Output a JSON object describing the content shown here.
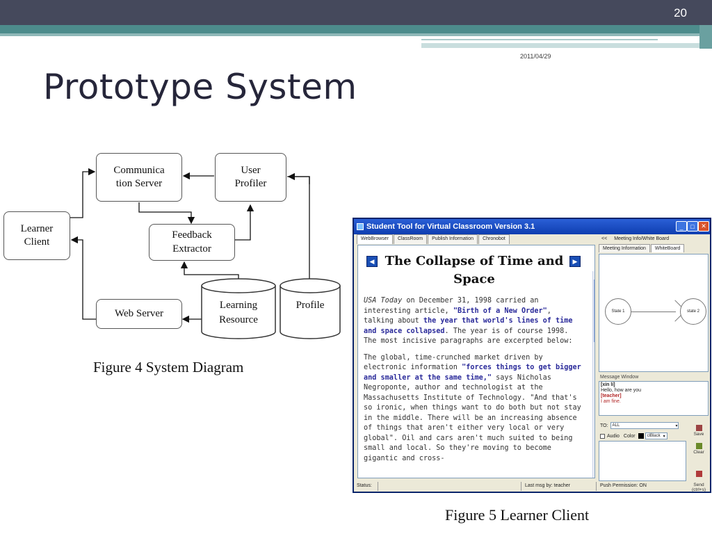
{
  "slide": {
    "page_number": "20",
    "date": "2011/04/29",
    "title": "Prototype System"
  },
  "diagram": {
    "nodes": {
      "communication_server": "Communica\ntion Server",
      "user_profiler": "User\nProfiler",
      "learner_client": "Learner\nClient",
      "feedback_extractor": "Feedback\nExtractor",
      "web_server": "Web Server",
      "learning_resource": "Learning\nResource",
      "profile": "Profile"
    },
    "caption": "Figure 4 System Diagram"
  },
  "screenshot": {
    "window_title": "Student Tool for Virtual Classroom Version 3.1",
    "tabs": [
      "WebBrowser",
      "ClassRoom",
      "Publish Information",
      "Chronobot"
    ],
    "meeting_bar": {
      "back": "<<",
      "label": "Meeting Info/White Board"
    },
    "right_tabs": [
      "Meeting Information",
      "WhiteBoard"
    ],
    "article": {
      "title": "The Collapse of Time and Space",
      "p1": {
        "source": "USA Today",
        "t1": " on December 31, 1998 carried an interesting article, ",
        "quote": "\"Birth of a New Order\"",
        "t2": ", talking about ",
        "hl": "the year that world's lines of time and space collapsed",
        "t3": ". The year is of course 1998. The most incisive paragraphs are excerpted below:"
      },
      "p2": {
        "t1": "The global, time-crunched market driven by electronic information ",
        "hl": "\"forces things to get bigger and smaller at the same time,\"",
        "t2": " says Nicholas Negroponte, author and technologist at the Massachusetts Institute of Technology. \"And that's so ironic, when things want to do both but not stay in the middle. There will be an increasing absence of things that aren't either very local or very global\". Oil and cars aren't much suited to being small and local. So they're moving to become gigantic and cross-"
      }
    },
    "whiteboard": {
      "state1": "State 1",
      "state2": "state 2"
    },
    "message_window": {
      "label": "Message Window",
      "lines": [
        {
          "text": "[xin li]",
          "style": "name"
        },
        {
          "text": "Hello, how are you",
          "style": "plain"
        },
        {
          "text": "[teacher]",
          "style": "name-red"
        },
        {
          "text": "I am fine.",
          "style": "red"
        }
      ]
    },
    "to_label": "TO:",
    "to_value": "ALL",
    "audio_label": "Audio",
    "color_label": "Color",
    "color_value": "clBlack",
    "buttons": {
      "save": "Save",
      "clear": "Clear",
      "send": "Send\n(ctrl+s)"
    },
    "status_bar": {
      "status": "Status:",
      "last_msg": "Last msg by: teacher",
      "push": "Push Permission: ON"
    },
    "caption": "Figure 5 Learner Client"
  }
}
